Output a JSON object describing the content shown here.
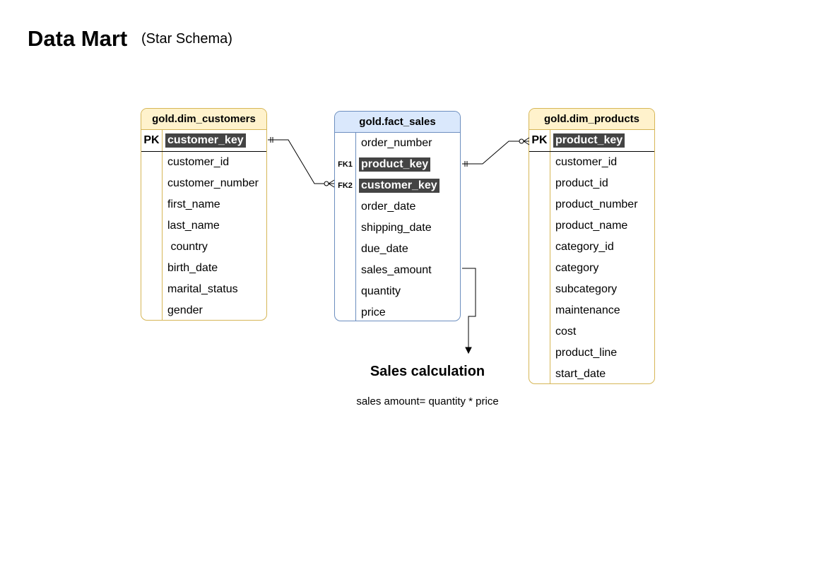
{
  "title": "Data Mart",
  "subtitle": "(Star Schema)",
  "tables": {
    "customers": {
      "name": "gold.dim_customers",
      "pk_label": "PK",
      "pk_field": "customer_key",
      "fields": [
        "customer_id",
        "customer_number",
        "first_name",
        "last_name",
        " country",
        "birth_date",
        "marital_status",
        "gender"
      ]
    },
    "fact": {
      "name": "gold.fact_sales",
      "fields": [
        {
          "key": "",
          "name": "order_number",
          "highlight": false
        },
        {
          "key": "FK1",
          "name": "product_key",
          "highlight": true
        },
        {
          "key": "FK2",
          "name": "customer_key",
          "highlight": true
        },
        {
          "key": "",
          "name": "order_date",
          "highlight": false
        },
        {
          "key": "",
          "name": "shipping_date",
          "highlight": false
        },
        {
          "key": "",
          "name": "due_date",
          "highlight": false
        },
        {
          "key": "",
          "name": "sales_amount",
          "highlight": false
        },
        {
          "key": "",
          "name": "quantity",
          "highlight": false
        },
        {
          "key": "",
          "name": "price",
          "highlight": false
        }
      ]
    },
    "products": {
      "name": "gold.dim_products",
      "pk_label": "PK",
      "pk_field": "product_key",
      "fields": [
        "customer_id",
        "product_id",
        "product_number",
        "product_name",
        "category_id",
        "category",
        "subcategory",
        "maintenance",
        "cost",
        "product_line",
        "start_date"
      ]
    }
  },
  "calculation": {
    "title": "Sales calculation",
    "formula": "sales amount= quantity * price"
  }
}
